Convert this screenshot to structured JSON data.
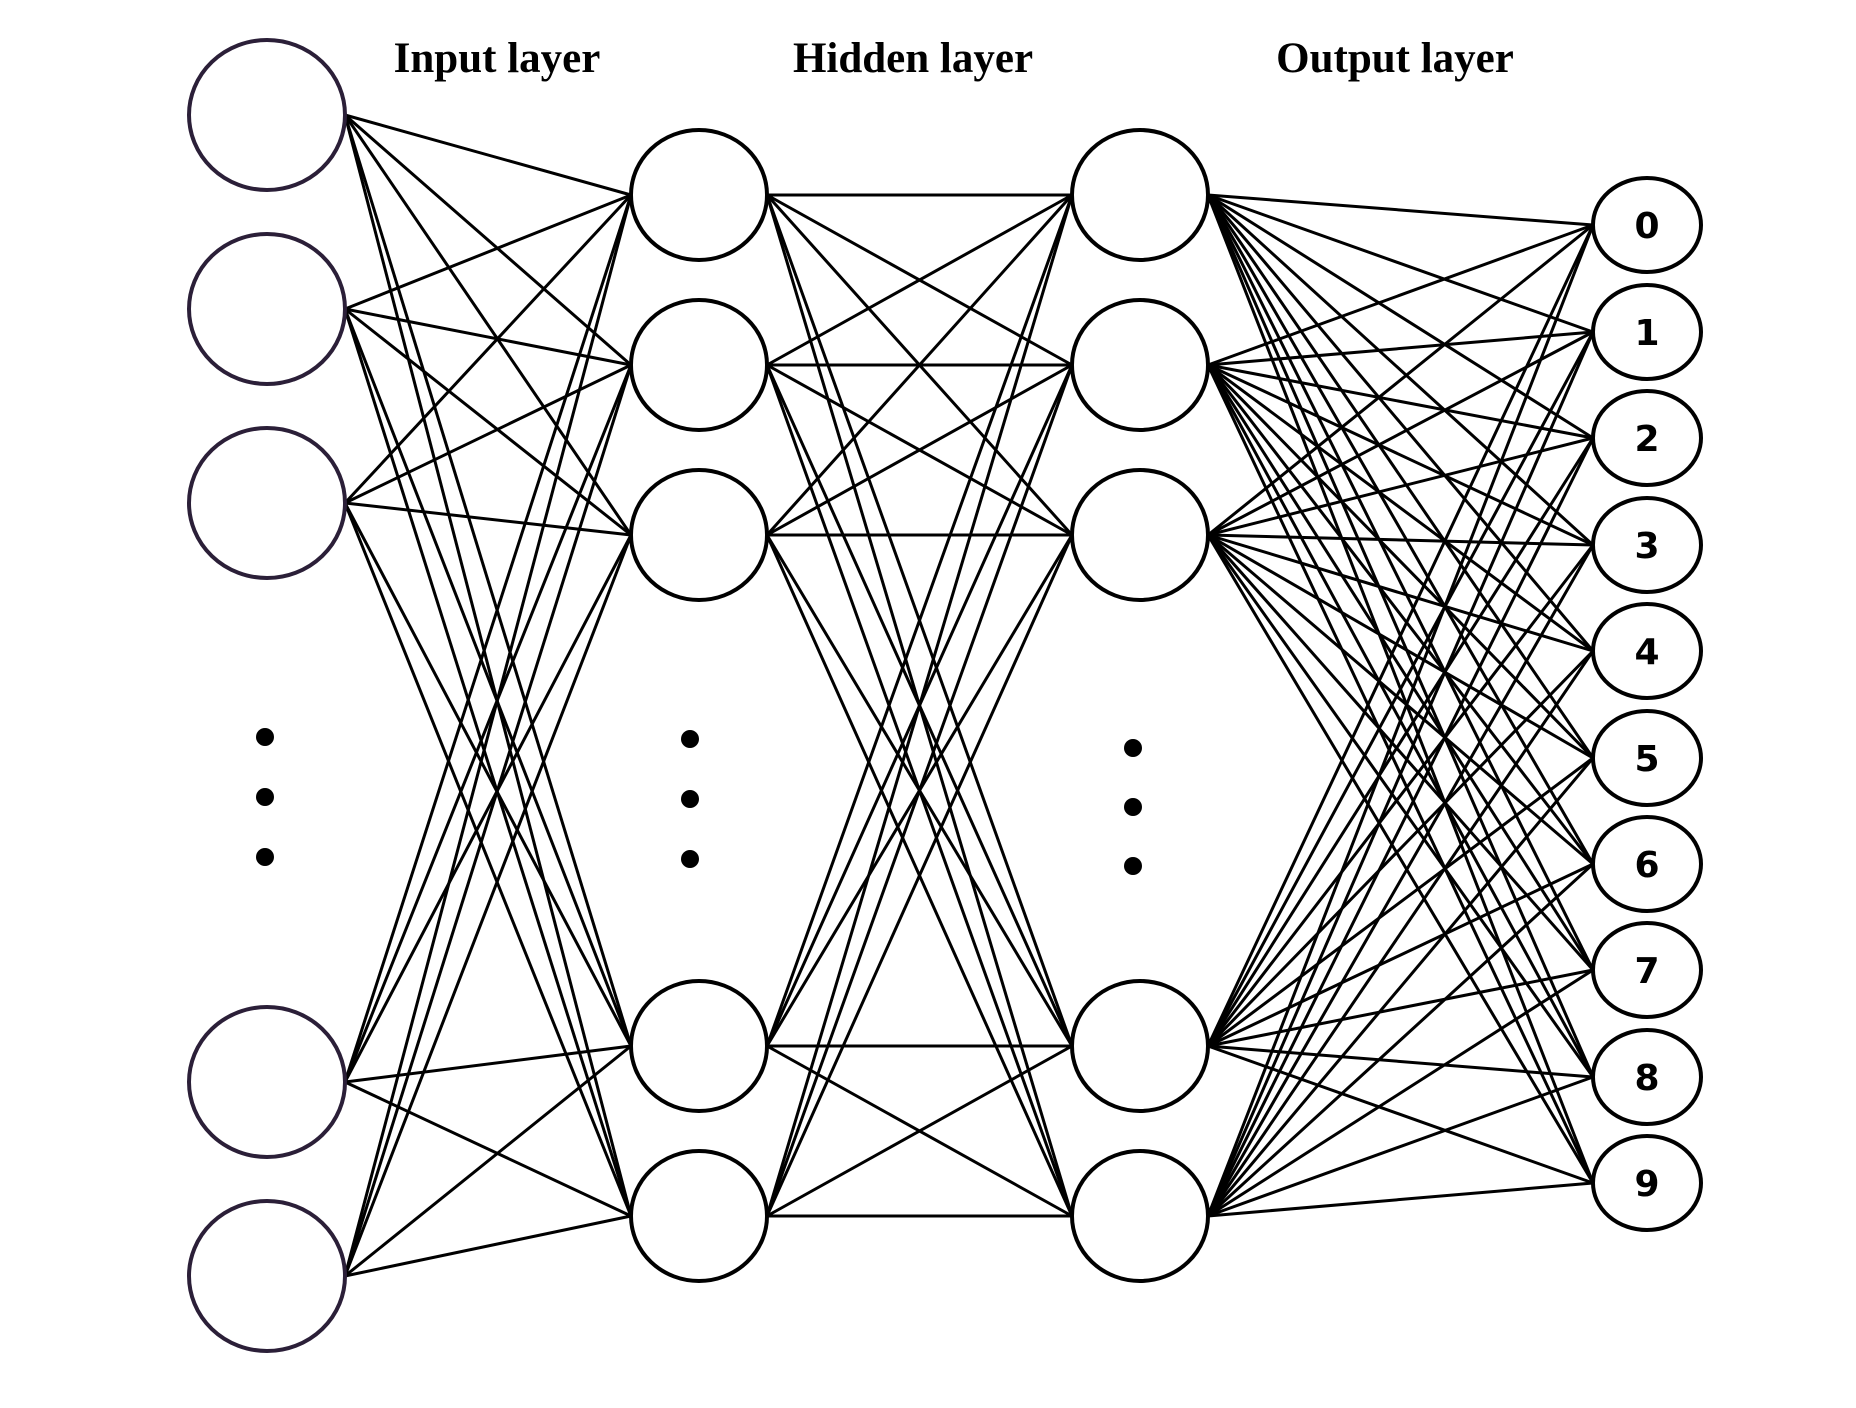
{
  "titles": {
    "input": "Input layer",
    "hidden": "Hidden layer",
    "output": "Output layer"
  },
  "output_labels": [
    "0",
    "1",
    "2",
    "3",
    "4",
    "5",
    "6",
    "7",
    "8",
    "9"
  ],
  "colors": {
    "stroke": "#000000",
    "input_node_stroke": "#2b1f38",
    "background": "#ffffff"
  }
}
